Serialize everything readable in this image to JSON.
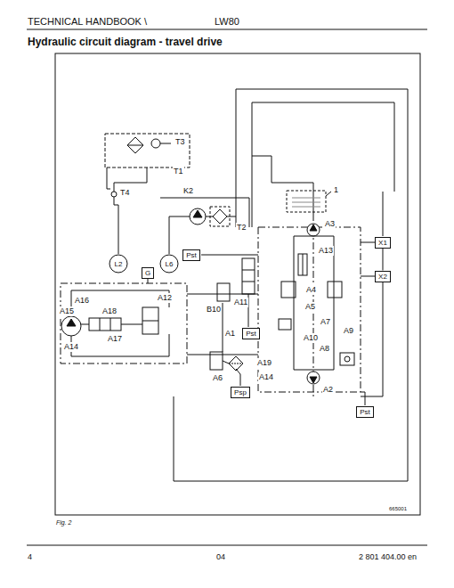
{
  "diagram": {
    "title": "Hydraulic circuit diagram - travel drive",
    "caption": "Fig. 2",
    "nodes": [
      {
        "text": [
          "L2"
        ]
      },
      {
        "text": [
          "L6"
        ]
      },
      {
        "text": [
          "Pst"
        ]
      },
      {
        "text": [
          "G"
        ]
      },
      {
        "text": [
          "X1"
        ]
      },
      {
        "text": [
          "X2"
        ]
      },
      {
        "text": [
          "Pst"
        ]
      },
      {
        "text": [
          "Psp"
        ]
      },
      {
        "text": [
          "Pst"
        ]
      }
    ],
    "edges": [
      {
        "from": 4,
        "to": 5,
        "arrow": "none"
      }
    ],
    "labels": [
      "TECHNICAL HANDBOOK \\",
      "LW80",
      "T3",
      "T1",
      "T4",
      "K2",
      "T2",
      "1",
      "A3",
      "A13",
      "A12",
      "A16",
      "A15",
      "A18",
      "A17",
      "A14",
      "B10",
      "A11",
      "A4",
      "A5",
      "A7",
      "A10",
      "A8",
      "A9",
      "A1",
      "A19",
      "A6",
      "A14",
      "A2",
      "665001",
      "4",
      "04",
      "2 801 404.00 en"
    ]
  }
}
